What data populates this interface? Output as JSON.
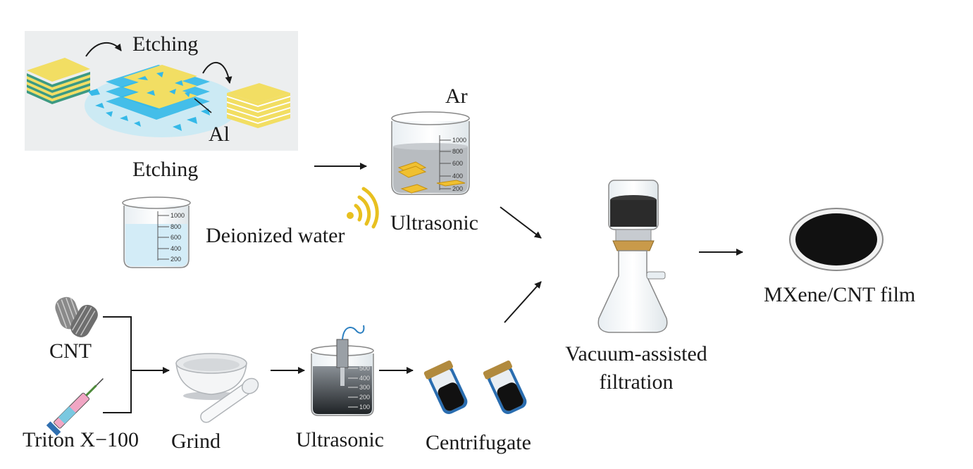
{
  "etching_panel": {
    "caption_top": "Etching",
    "caption_al": "Al",
    "colors": {
      "mxene_yellow": "#f2de63",
      "layer_green": "#3d9a82",
      "etchant_blue": "#35b9e8",
      "panel_bg": "#eceeef"
    }
  },
  "labels": {
    "etching": "Etching",
    "deionized_water": "Deionized water",
    "argon": "Ar",
    "ultrasonic_top": "Ultrasonic",
    "cnt": "CNT",
    "triton": "Triton X−100",
    "grind": "Grind",
    "ultrasonic_bottom": "Ultrasonic",
    "centrifugate": "Centrifugate",
    "vacuum_line1": "Vacuum-assisted",
    "vacuum_line2": "filtration",
    "film": "MXene/CNT film"
  },
  "beaker_scales": {
    "large": [
      "1000",
      "800",
      "600",
      "400",
      "200"
    ],
    "small": [
      "500",
      "400",
      "300",
      "200",
      "100"
    ]
  },
  "icons": {
    "ultrasonic_waves": "ultrasonic-wave-icon",
    "cnt_bundle": "cnt-bundle-icon",
    "syringe": "syringe-icon",
    "mortar_pestle": "mortar-pestle-icon",
    "centrifuge_tube": "centrifuge-tube-icon",
    "filtration_flask": "filtration-flask-icon",
    "film_disc": "film-disc-icon"
  }
}
